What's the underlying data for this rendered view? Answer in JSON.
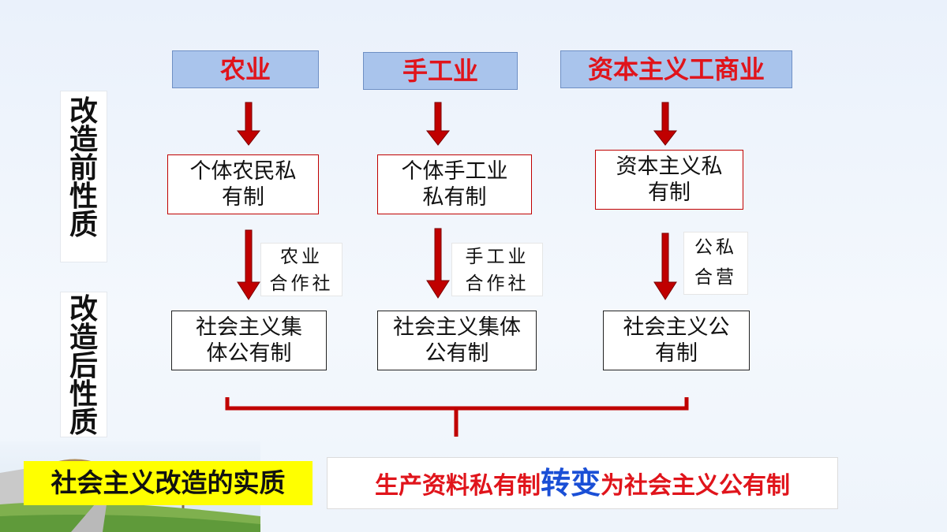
{
  "side_labels": {
    "before": [
      "改",
      "造",
      "前",
      "性",
      "质"
    ],
    "after": [
      "改",
      "造",
      "后",
      "性",
      "质"
    ]
  },
  "columns": [
    {
      "category": "农业",
      "before": [
        "个体农民私",
        "有制"
      ],
      "method": [
        "农业",
        "合作社"
      ],
      "after": [
        "社会主义集",
        "体公有制"
      ]
    },
    {
      "category": "手工业",
      "before": [
        "个体手工业",
        "私有制"
      ],
      "method": [
        "手工业",
        "合作社"
      ],
      "after": [
        "社会主义集体",
        "公有制"
      ]
    },
    {
      "category": "资本主义工商业",
      "before": [
        "资本主义私",
        "有制"
      ],
      "method": [
        "公私",
        "合营"
      ],
      "after": [
        "社会主义公",
        "有制"
      ]
    }
  ],
  "summary": {
    "key": "社会主义改造的实质",
    "value_pre": "生产资料私有制",
    "value_emph": "转变",
    "value_post": "为社会主义公有制"
  },
  "colors": {
    "accent_red": "#e0141b",
    "arrow_red": "#c00000",
    "category_fill": "#a9c4ec",
    "emphasis_blue": "#1a4fd6",
    "highlight_yellow": "#ffff00"
  }
}
